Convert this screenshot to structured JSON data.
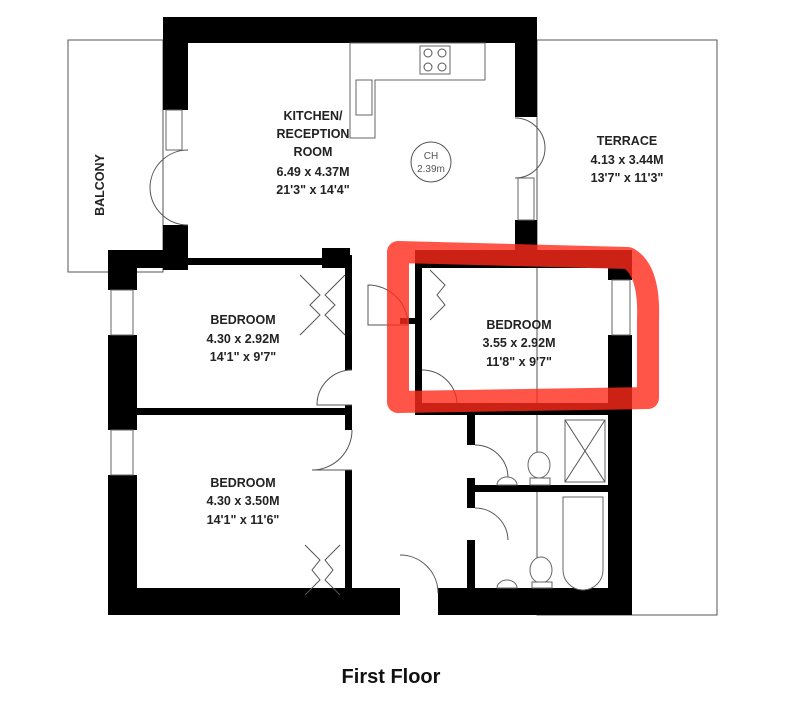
{
  "plan": {
    "floor_title": "First Floor",
    "highlight_color": "#ff2a1a",
    "rooms": {
      "kitchen": {
        "name_line1": "KITCHEN/",
        "name_line2": "RECEPTION",
        "name_line3": "ROOM",
        "metric": "6.49 x 4.37M",
        "imperial": "21'3\" x 14'4\""
      },
      "terrace": {
        "name": "TERRACE",
        "metric": "4.13 x 3.44M",
        "imperial": "13'7\" x 11'3\""
      },
      "balcony": {
        "name": "BALCONY"
      },
      "bedroom_1": {
        "name": "BEDROOM",
        "metric": "4.30 x 2.92M",
        "imperial": "14'1\" x 9'7\""
      },
      "bedroom_2": {
        "name": "BEDROOM",
        "metric": "3.55 x 2.92M",
        "imperial": "11'8\" x 9'7\""
      },
      "bedroom_3": {
        "name": "BEDROOM",
        "metric": "4.30 x 3.50M",
        "imperial": "14'1\" x 11'6\""
      }
    },
    "ceiling_height": {
      "label": "CH",
      "value": "2.39m"
    }
  }
}
